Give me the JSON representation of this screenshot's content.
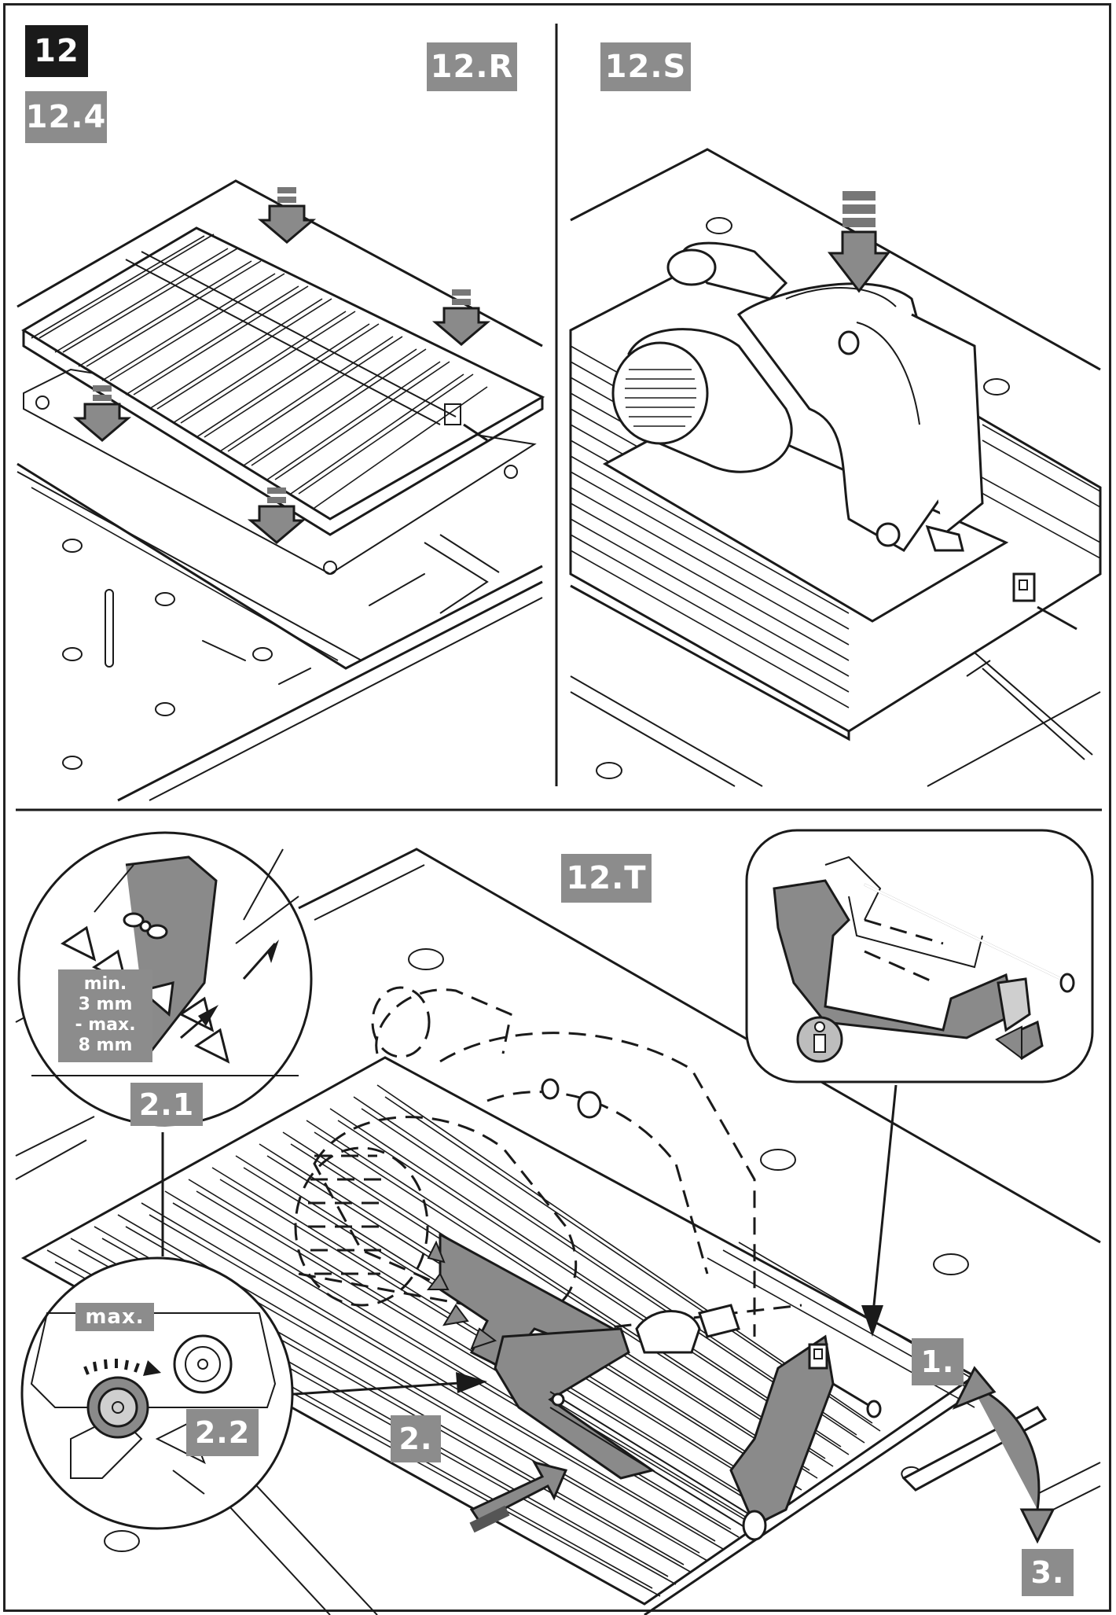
{
  "figure": {
    "number": "12",
    "step": "12.4",
    "panels": {
      "r": "12.R",
      "s": "12.S",
      "t": "12.T"
    },
    "detail_labels": {
      "blade_gap": "2.1",
      "setting": "2.2"
    },
    "clearance": {
      "line1": "min.",
      "line2": "3 mm",
      "line3": "- max.",
      "line4": "8 mm"
    },
    "max_label": "max.",
    "steps": {
      "s1": "1.",
      "s2": "2.",
      "s3": "3."
    },
    "info_icon": "info-icon",
    "colors": {
      "label_gray": "#8c8c8c",
      "label_black": "#1a1a1a",
      "accent_gray": "#8a8a8a"
    }
  }
}
